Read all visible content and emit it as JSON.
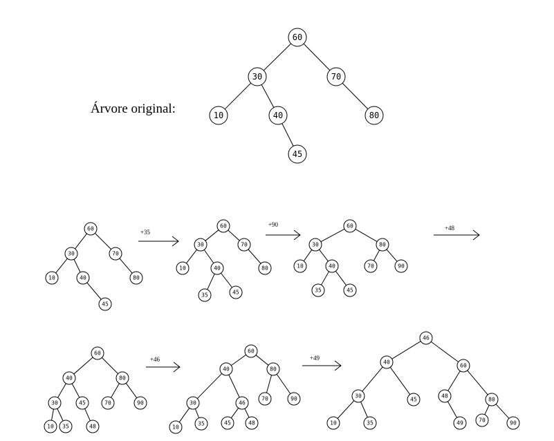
{
  "caption": "Árvore original:",
  "trees": [
    {
      "id": "original",
      "nodes": [
        {
          "key": "60",
          "label": "60"
        },
        {
          "key": "30",
          "label": "30"
        },
        {
          "key": "70",
          "label": "70"
        },
        {
          "key": "10",
          "label": "10"
        },
        {
          "key": "40",
          "label": "40"
        },
        {
          "key": "80",
          "label": "80"
        },
        {
          "key": "45",
          "label": "45"
        }
      ],
      "edges": [
        [
          "60",
          "30"
        ],
        [
          "60",
          "70"
        ],
        [
          "30",
          "10"
        ],
        [
          "30",
          "40"
        ],
        [
          "70",
          "80"
        ],
        [
          "40",
          "45"
        ]
      ]
    },
    {
      "id": "step0",
      "nodes": [
        {
          "key": "60",
          "label": "60"
        },
        {
          "key": "30",
          "label": "30"
        },
        {
          "key": "70",
          "label": "70"
        },
        {
          "key": "10",
          "label": "10"
        },
        {
          "key": "40",
          "label": "40"
        },
        {
          "key": "80",
          "label": "80"
        },
        {
          "key": "45",
          "label": "45"
        }
      ],
      "edges": [
        [
          "60",
          "30"
        ],
        [
          "60",
          "70"
        ],
        [
          "30",
          "10"
        ],
        [
          "30",
          "40"
        ],
        [
          "70",
          "80"
        ],
        [
          "40",
          "45"
        ]
      ]
    },
    {
      "id": "step1",
      "nodes": [
        {
          "key": "60",
          "label": "60"
        },
        {
          "key": "30",
          "label": "30"
        },
        {
          "key": "70",
          "label": "70"
        },
        {
          "key": "10",
          "label": "10"
        },
        {
          "key": "40",
          "label": "40"
        },
        {
          "key": "80",
          "label": "80"
        },
        {
          "key": "35",
          "label": "35"
        },
        {
          "key": "45",
          "label": "45"
        }
      ],
      "edges": [
        [
          "60",
          "30"
        ],
        [
          "60",
          "70"
        ],
        [
          "30",
          "10"
        ],
        [
          "30",
          "40"
        ],
        [
          "70",
          "80"
        ],
        [
          "40",
          "35"
        ],
        [
          "40",
          "45"
        ]
      ]
    },
    {
      "id": "step2",
      "nodes": [
        {
          "key": "60",
          "label": "60"
        },
        {
          "key": "30",
          "label": "30"
        },
        {
          "key": "80",
          "label": "80"
        },
        {
          "key": "10",
          "label": "10"
        },
        {
          "key": "40",
          "label": "40"
        },
        {
          "key": "70",
          "label": "70"
        },
        {
          "key": "90",
          "label": "90"
        },
        {
          "key": "35",
          "label": "35"
        },
        {
          "key": "45",
          "label": "45"
        }
      ],
      "edges": [
        [
          "60",
          "30"
        ],
        [
          "60",
          "80"
        ],
        [
          "30",
          "10"
        ],
        [
          "30",
          "40"
        ],
        [
          "80",
          "70"
        ],
        [
          "80",
          "90"
        ],
        [
          "40",
          "35"
        ],
        [
          "40",
          "45"
        ]
      ]
    },
    {
      "id": "step3",
      "nodes": [
        {
          "key": "60",
          "label": "60"
        },
        {
          "key": "40",
          "label": "40"
        },
        {
          "key": "80",
          "label": "80"
        },
        {
          "key": "30",
          "label": "30"
        },
        {
          "key": "45",
          "label": "45"
        },
        {
          "key": "70",
          "label": "70"
        },
        {
          "key": "90",
          "label": "90"
        },
        {
          "key": "10",
          "label": "10"
        },
        {
          "key": "35",
          "label": "35"
        },
        {
          "key": "48",
          "label": "48"
        }
      ],
      "edges": [
        [
          "60",
          "40"
        ],
        [
          "60",
          "80"
        ],
        [
          "40",
          "30"
        ],
        [
          "40",
          "45"
        ],
        [
          "80",
          "70"
        ],
        [
          "80",
          "90"
        ],
        [
          "30",
          "10"
        ],
        [
          "30",
          "35"
        ],
        [
          "45",
          "48"
        ]
      ]
    },
    {
      "id": "step4",
      "nodes": [
        {
          "key": "60",
          "label": "60"
        },
        {
          "key": "40",
          "label": "40"
        },
        {
          "key": "80",
          "label": "80"
        },
        {
          "key": "30",
          "label": "30"
        },
        {
          "key": "46",
          "label": "46"
        },
        {
          "key": "70",
          "label": "70"
        },
        {
          "key": "90",
          "label": "90"
        },
        {
          "key": "10",
          "label": "10"
        },
        {
          "key": "35",
          "label": "35"
        },
        {
          "key": "45",
          "label": "45"
        },
        {
          "key": "48",
          "label": "48"
        }
      ],
      "edges": [
        [
          "60",
          "40"
        ],
        [
          "60",
          "80"
        ],
        [
          "40",
          "30"
        ],
        [
          "40",
          "46"
        ],
        [
          "80",
          "70"
        ],
        [
          "80",
          "90"
        ],
        [
          "30",
          "10"
        ],
        [
          "30",
          "35"
        ],
        [
          "46",
          "45"
        ],
        [
          "46",
          "48"
        ]
      ]
    },
    {
      "id": "step5",
      "nodes": [
        {
          "key": "46",
          "label": "46"
        },
        {
          "key": "40",
          "label": "40"
        },
        {
          "key": "60",
          "label": "60"
        },
        {
          "key": "30",
          "label": "30"
        },
        {
          "key": "45",
          "label": "45"
        },
        {
          "key": "48",
          "label": "48"
        },
        {
          "key": "80",
          "label": "80"
        },
        {
          "key": "10",
          "label": "10"
        },
        {
          "key": "35",
          "label": "35"
        },
        {
          "key": "49",
          "label": "49"
        },
        {
          "key": "70",
          "label": "70"
        },
        {
          "key": "90",
          "label": "90"
        }
      ],
      "edges": [
        [
          "46",
          "40"
        ],
        [
          "46",
          "60"
        ],
        [
          "40",
          "30"
        ],
        [
          "40",
          "45"
        ],
        [
          "60",
          "48"
        ],
        [
          "60",
          "80"
        ],
        [
          "30",
          "10"
        ],
        [
          "30",
          "35"
        ],
        [
          "48",
          "49"
        ],
        [
          "80",
          "70"
        ],
        [
          "80",
          "90"
        ]
      ]
    }
  ],
  "arrows": [
    {
      "id": "a35",
      "label": "+35"
    },
    {
      "id": "a90",
      "label": "+90"
    },
    {
      "id": "a48",
      "label": "+48"
    },
    {
      "id": "a46",
      "label": "+46"
    },
    {
      "id": "a49",
      "label": "+49"
    }
  ]
}
